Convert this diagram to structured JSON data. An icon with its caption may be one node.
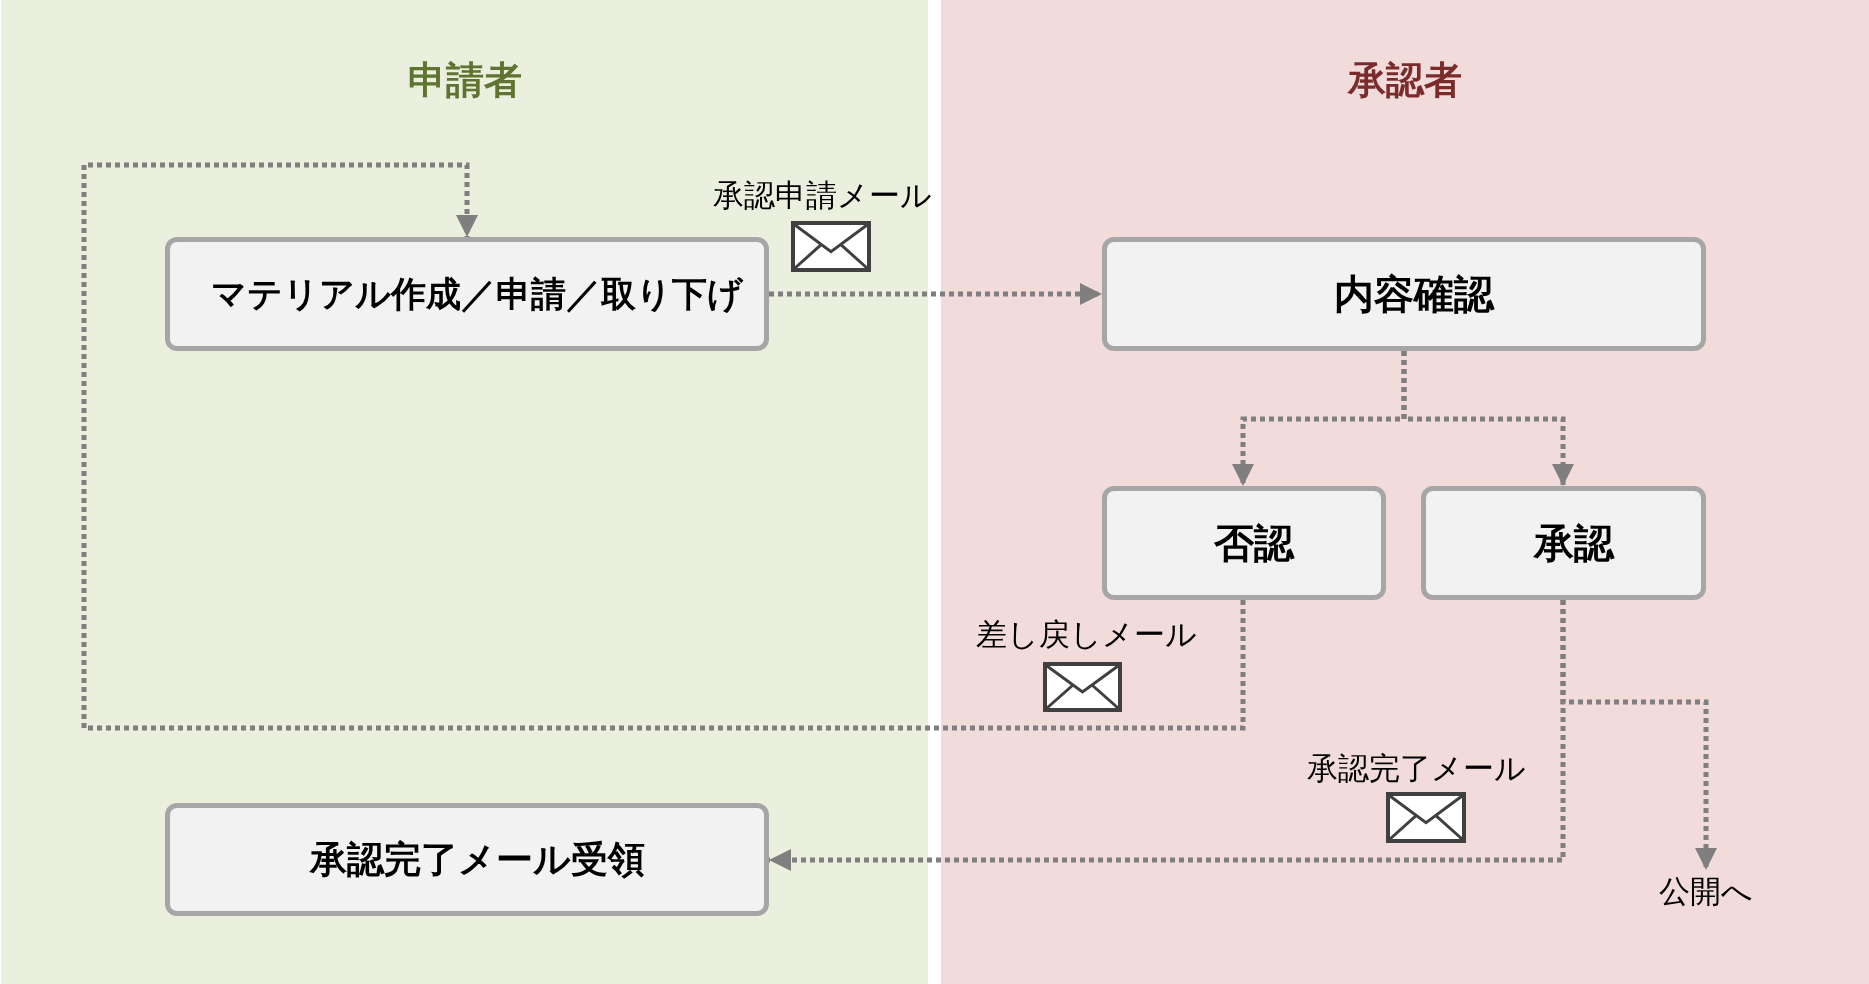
{
  "diagram": {
    "nodes": [
      {
        "text": [
          "申請者"
        ]
      },
      {
        "text": [
          "承認者"
        ]
      },
      {
        "text": [
          "マテリアル作成／申請／取り下げ"
        ],
        "in": 0
      },
      {
        "text": [
          "内容確認"
        ],
        "in": 1
      },
      {
        "text": [
          "否認"
        ],
        "in": 1
      },
      {
        "text": [
          "承認"
        ],
        "in": 1
      },
      {
        "text": [
          "承認完了メール受領"
        ],
        "in": 0
      },
      {
        "text": [
          "公開へ"
        ],
        "in": 1
      }
    ],
    "edges": [
      {
        "from": 2,
        "to": 3,
        "arrow": "to",
        "label": "承認申請メール"
      },
      {
        "from": 3,
        "to": 4,
        "arrow": "to"
      },
      {
        "from": 3,
        "to": 5,
        "arrow": "to"
      },
      {
        "from": 4,
        "to": 2,
        "arrow": "to",
        "label": "差し戻しメール"
      },
      {
        "from": 5,
        "to": 6,
        "arrow": "to",
        "label": "承認完了メール"
      },
      {
        "from": 5,
        "to": 7,
        "arrow": "to"
      }
    ]
  }
}
